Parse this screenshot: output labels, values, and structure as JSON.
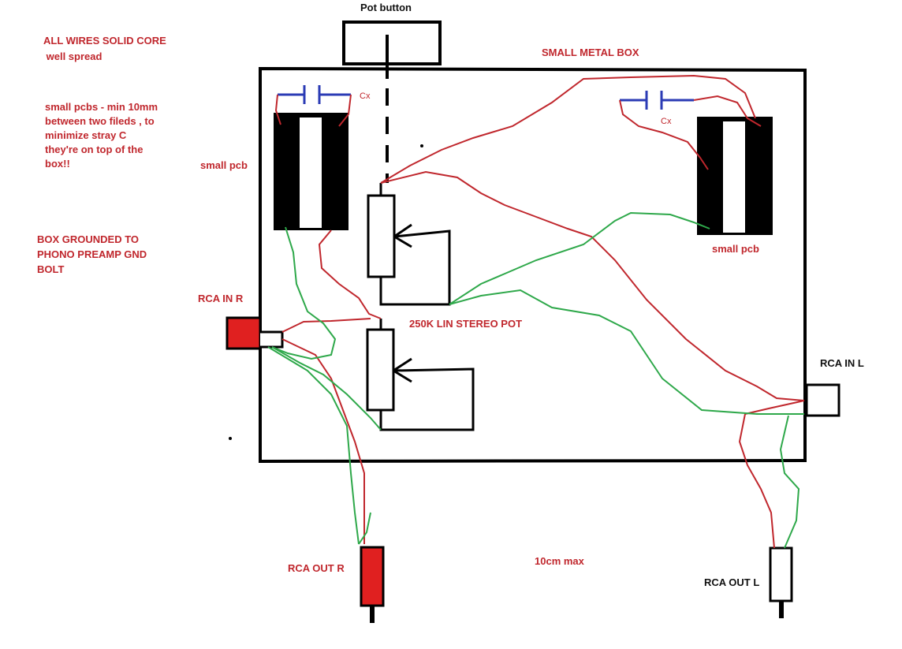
{
  "labels": {
    "pot_button": "Pot button",
    "small_metal_box": "SMALL METAL BOX",
    "pot": "250K LIN STEREO POT",
    "small_pcb_left": "small pcb",
    "small_pcb_right": "small pcb",
    "cx_left": "Cx",
    "cx_right": "Cx",
    "rca_in_r": "RCA IN R",
    "rca_in_l": "RCA IN L",
    "rca_out_r": "RCA OUT R",
    "rca_out_l": "RCA OUT L",
    "length": "10cm max"
  },
  "notes": {
    "wires": [
      "ALL WIRES SOLID CORE",
      " well spread"
    ],
    "pcbs": [
      "small pcbs - min 10mm",
      "between two fileds , to",
      "minimize stray C",
      "they're on top of the",
      "box!!"
    ],
    "ground": [
      "BOX GROUNDED TO",
      "PHONO PREAMP GND",
      "BOLT"
    ]
  },
  "colors": {
    "wire_signal": "#c0272d",
    "wire_ground": "#2ea84a",
    "capacitor": "#2b3bb5",
    "outline": "#000000",
    "rca_r": "#e02020"
  }
}
